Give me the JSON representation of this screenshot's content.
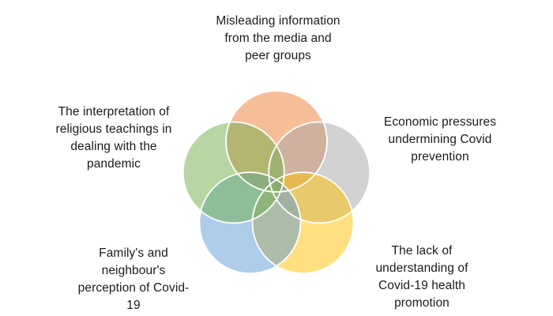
{
  "background_color": "#ffffff",
  "text_color": "#1a1a1a",
  "circle_outline_color": "#ffffff",
  "venn": {
    "type": "venn-5-circle",
    "circles": [
      {
        "id": "misleading-media",
        "position": "top",
        "color": "#ED7D31",
        "label": "Misleading information from the media and peer groups",
        "label_lines": [
          "Misleading information",
          "from the media and",
          "peer groups"
        ]
      },
      {
        "id": "economic-pressures",
        "position": "right",
        "color": "#A5A5A5",
        "label": "Economic pressures undermining Covid prevention",
        "label_lines": [
          "Economic pressures",
          "undermining Covid",
          "prevention"
        ]
      },
      {
        "id": "lack-of-understanding",
        "position": "bottom-right",
        "color": "#FFC000",
        "label": "The lack of understanding of Covid-19 health promotion",
        "label_lines": [
          "The lack of",
          "understanding of",
          "Covid-19 health",
          "promotion"
        ]
      },
      {
        "id": "family-perception",
        "position": "bottom-left",
        "color": "#5B9BD5",
        "label": "Family's and neighbour's perception of Covid-19",
        "label_lines": [
          "Family's and",
          "neighbour's",
          "perception of Covid-",
          "19"
        ]
      },
      {
        "id": "religious-teachings",
        "position": "left",
        "color": "#70AD47",
        "label": "The interpretation of religious teachings in dealing with the pandemic",
        "label_lines": [
          "The interpretation of",
          "religious teachings in",
          "dealing with the",
          "pandemic"
        ]
      }
    ]
  }
}
